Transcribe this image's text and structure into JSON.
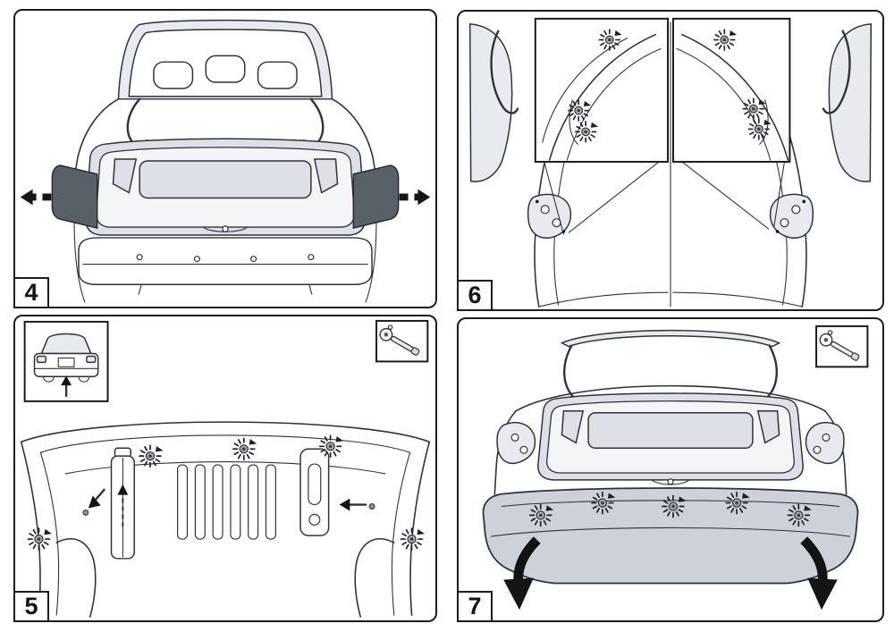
{
  "steps": [
    {
      "number": "4"
    },
    {
      "number": "5"
    },
    {
      "number": "6"
    },
    {
      "number": "7"
    }
  ],
  "icons": {
    "tool_icon": "ratchet-wrench",
    "fastener_icon": "screw-with-rotation-ticks",
    "removal_arrows": "black-direction-arrows"
  },
  "colors": {
    "background": "#ffffff",
    "line": "#2e3238",
    "panel_border": "#1b1e21",
    "shade_light": "#e7eaee",
    "shade_mid": "#cdd2d9",
    "shade_dark": "#5a6068",
    "arrow_black": "#131517"
  }
}
